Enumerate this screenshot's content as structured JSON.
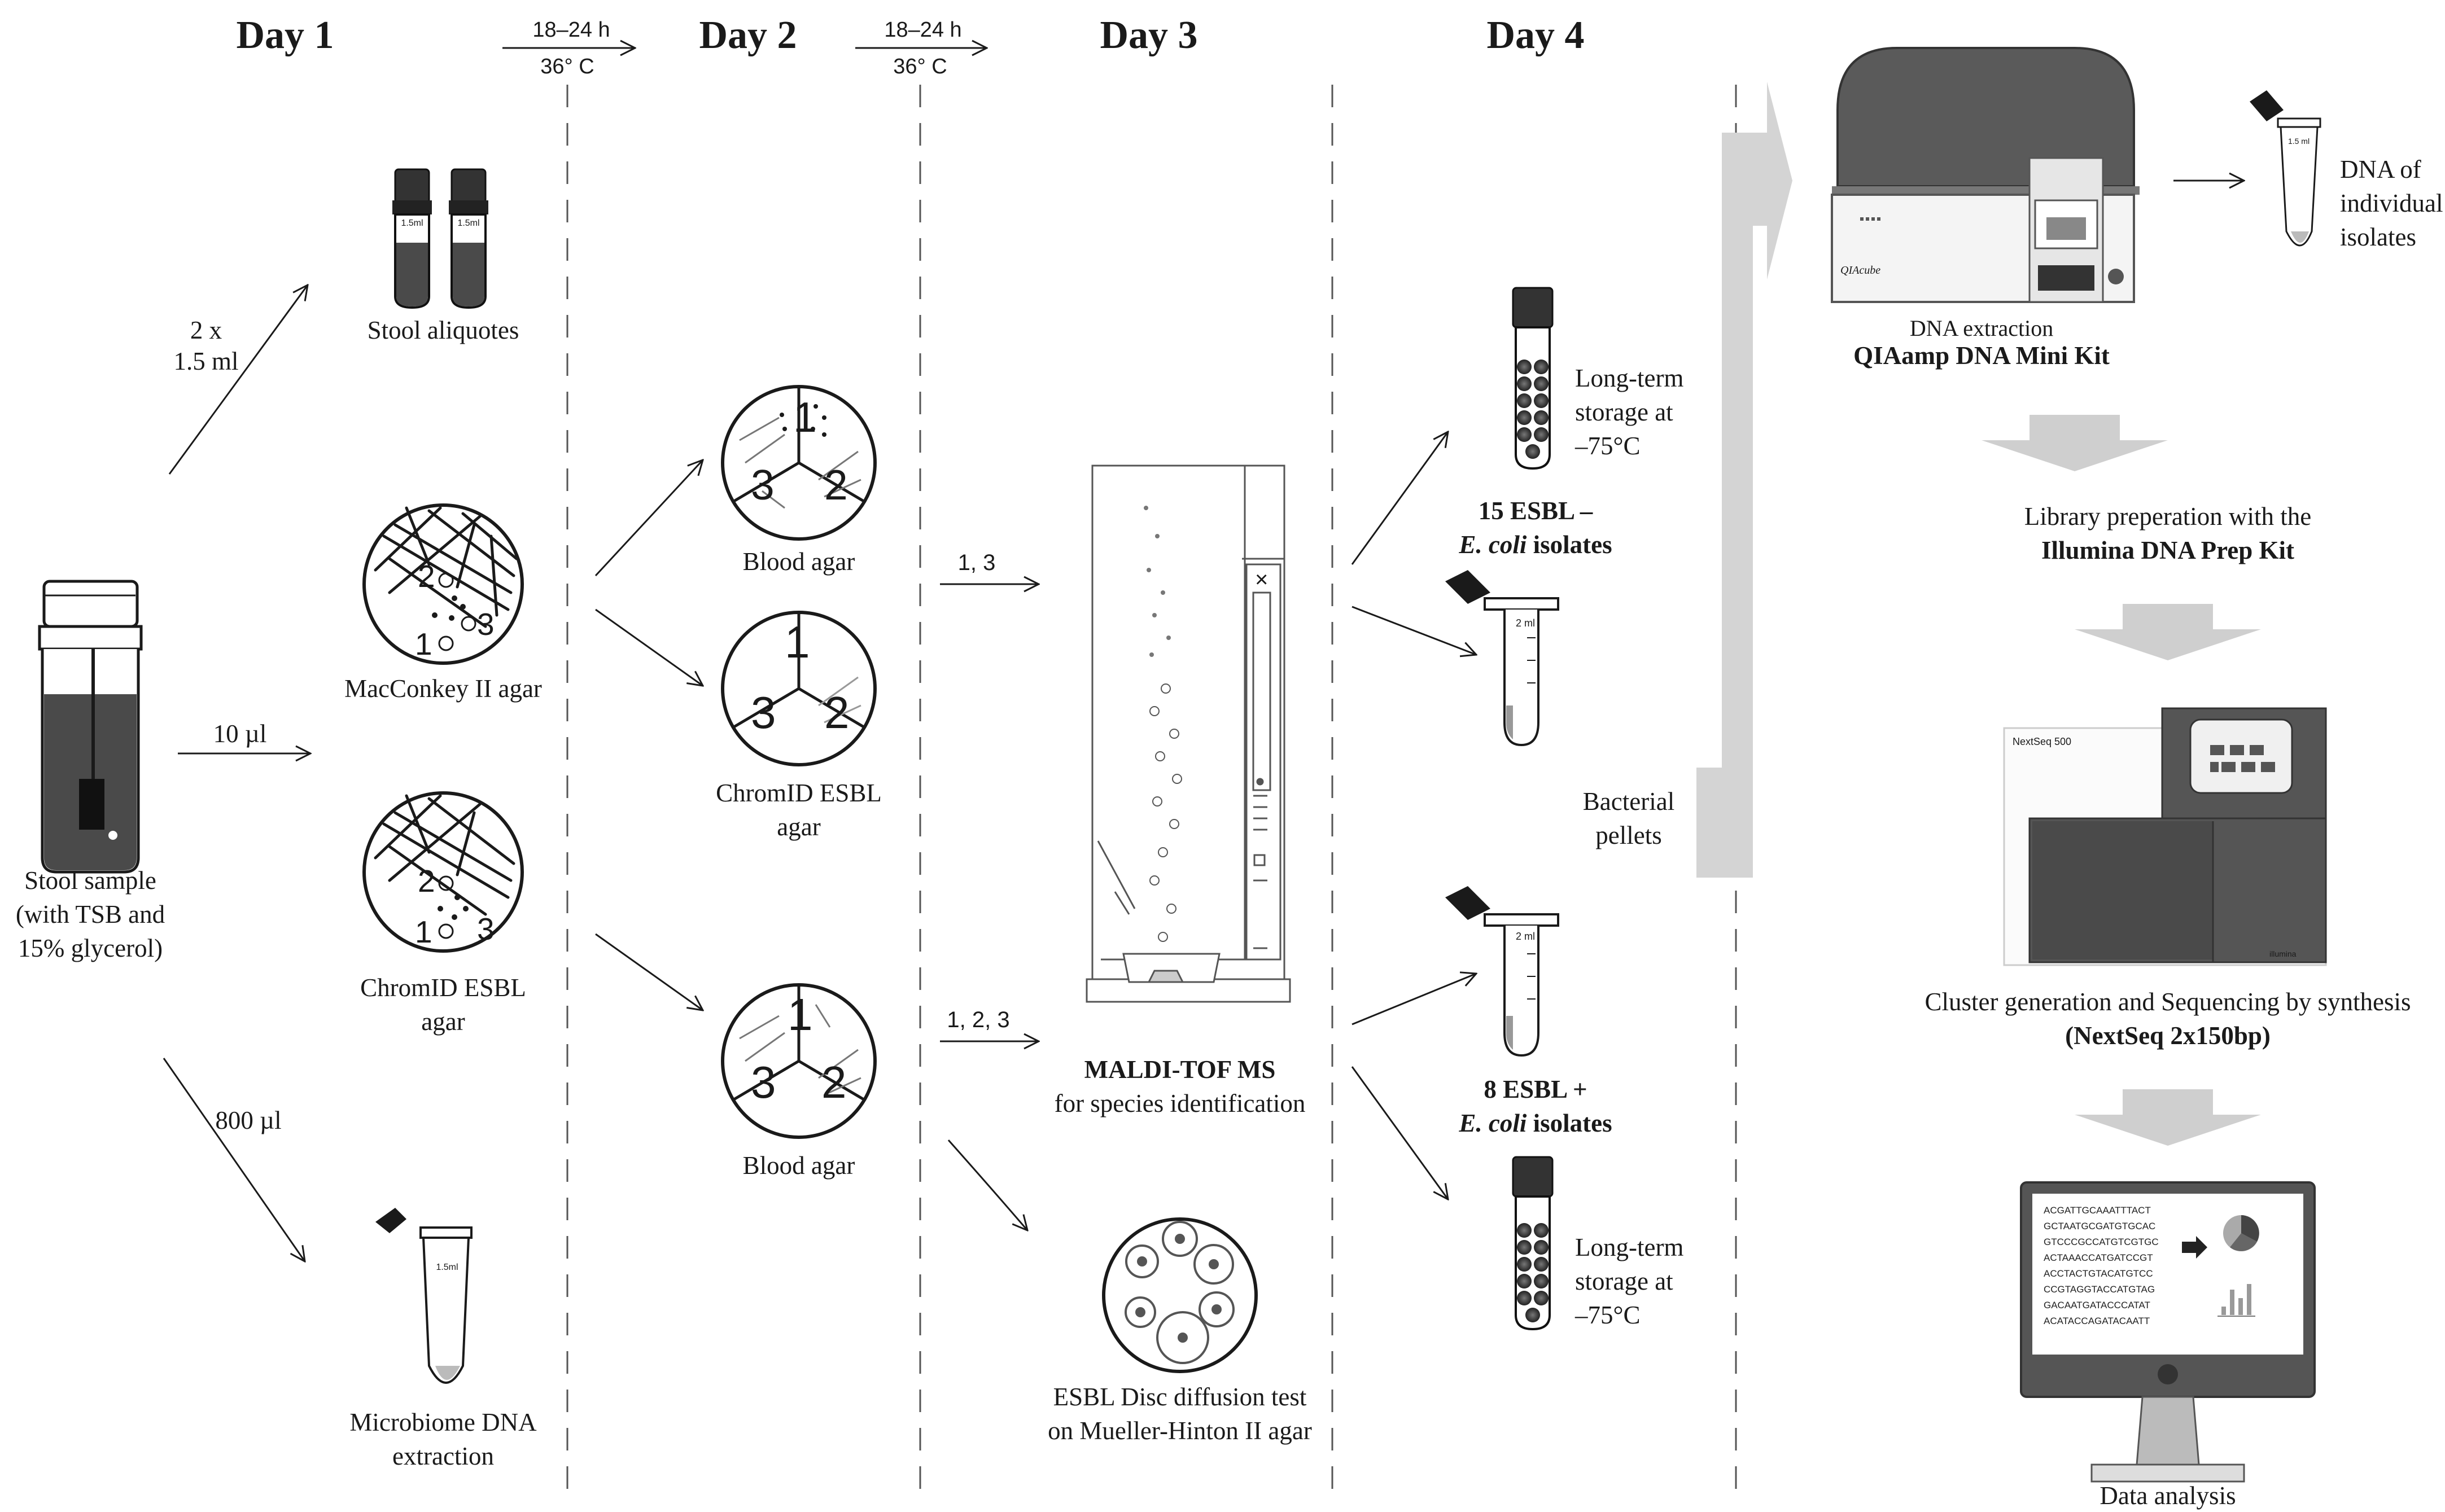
{
  "days": [
    "Day 1",
    "Day 2",
    "Day 3",
    "Day 4"
  ],
  "incubation": [
    {
      "time": "18–24 h",
      "temp": "36° C"
    },
    {
      "time": "18–24 h",
      "temp": "36° C"
    }
  ],
  "day1": {
    "sample_label": [
      "Stool sample",
      "(with TSB and",
      "15% glycerol)"
    ],
    "volumes": {
      "aliquot": [
        "2 x",
        "1.5 ml"
      ],
      "plating": "10 µl",
      "dna": "800 µl"
    },
    "aliquots_label": "Stool aliquotes",
    "tube_marking": "1.5ml",
    "macconkey_label": "MacConkey II agar",
    "chromid_label": [
      "ChromID ESBL",
      "agar"
    ],
    "microbiome_label": [
      "Microbiome DNA",
      "extraction"
    ],
    "plate_marks": [
      "1",
      "2",
      "3"
    ]
  },
  "day2": {
    "blood_agar_label": "Blood agar",
    "chromid_label": [
      "ChromID ESBL",
      "agar"
    ],
    "blood_agar_label_2": "Blood agar",
    "sectors": [
      "1",
      "2",
      "3"
    ]
  },
  "day3": {
    "arrow_label_1": "1, 3",
    "arrow_label_2": "1, 2, 3",
    "maldi_title": "MALDI-TOF MS",
    "maldi_sub": "for species identification",
    "disc_label": [
      "ESBL Disc diffusion test",
      "on Mueller-Hinton II agar"
    ]
  },
  "day4": {
    "storage_label": [
      "Long-term",
      "storage at",
      "–75°C"
    ],
    "group_neg": [
      "15 ESBL –",
      "E. coli",
      " isolates"
    ],
    "group_pos": [
      "8 ESBL +",
      "E. coli",
      " isolates"
    ],
    "pellets_label": [
      "Bacterial",
      "pellets"
    ],
    "tube_marking": "2 ml"
  },
  "workflow": {
    "instrument_brand": "QIAcube",
    "dna_extraction": "DNA extraction",
    "kit": "QIAamp DNA Mini Kit",
    "dna_label": [
      "DNA of",
      "individual",
      "isolates"
    ],
    "tube_marking": "1.5 ml",
    "library_line1": "Library preperation with the",
    "library_kit": "Illumina DNA Prep Kit",
    "sequencer_brand": "NextSeq 500",
    "sequencer_maker": "illumina",
    "sequencing_line1": "Cluster generation and Sequencing by synthesis",
    "sequencing_kit": "(NextSeq 2x150bp)",
    "analysis": "Data analysis",
    "dna_sequence": [
      "ACGATTGCAAATTTACT",
      "GCTAATGCGATGTGCAC",
      "GTCCCGCCATGTCGTGC",
      "ACTAAACCATGATCCGT",
      "ACCTACTGTACATGTCC",
      "CCGTAGGTACCATGTAG",
      "GACAATGATACCCATAT",
      "ACATACCAGATACAATT"
    ]
  },
  "colors": {
    "ink": "#1a1a1a",
    "dark_fill": "#4a4a4a",
    "grey_arrow": "#cfcfcf",
    "instrument": "#5a5a5a"
  }
}
